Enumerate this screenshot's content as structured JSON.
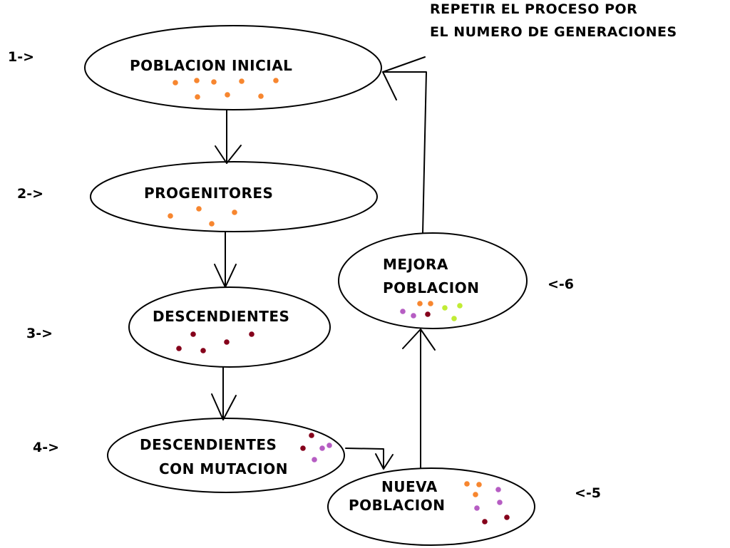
{
  "caption": {
    "line1": "REPETIR EL PROCESO POR",
    "line2": "EL NUMERO DE GENERACIONES"
  },
  "colors": {
    "outline": "#000000",
    "orange": "#f7862f",
    "darkred": "#85001b",
    "purple": "#b65dc3",
    "lime": "#c1ec34"
  },
  "nodes": {
    "poblacion_inicial": {
      "line1": "POBLACION INICIAL",
      "step": "1->"
    },
    "progenitores": {
      "line1": "PROGENITORES",
      "step": "2->"
    },
    "descendientes": {
      "line1": "DESCENDIENTES",
      "step": "3->"
    },
    "descendientes_mutacion": {
      "line1": "DESCENDIENTES",
      "line2": "CON MUTACION",
      "step": "4->"
    },
    "nueva_poblacion": {
      "line1": "NUEVA",
      "line2": "POBLACION",
      "step": "<-5"
    },
    "mejora_poblacion": {
      "line1": "MEJORA",
      "line2": "POBLACION",
      "step": "<-6"
    }
  }
}
